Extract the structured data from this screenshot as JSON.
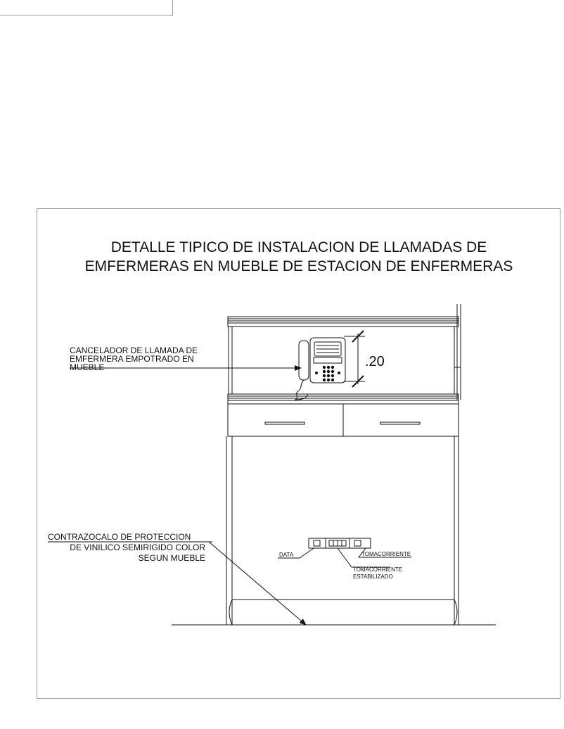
{
  "title": "DETALLE TIPICO DE INSTALACION DE LLAMADAS DE\nEMFERMERAS EN MUEBLE DE ESTACION DE ENFERMERAS",
  "labels": {
    "canceller": [
      "CANCELADOR DE LLAMADA DE",
      "EMFERMERA EMPOTRADO EN",
      "MUEBLE"
    ],
    "dimension": ".20",
    "baseboard": [
      "CONTRAZOCALO DE PROTECCION",
      "DE VINILICO SEMIRIGIDO COLOR",
      "SEGUN MUEBLE"
    ],
    "data": "DATA",
    "outlet": "TOMACORRIENTE",
    "stabilized": [
      "TOMACORRIENTE",
      "ESTABILIZADO"
    ]
  }
}
